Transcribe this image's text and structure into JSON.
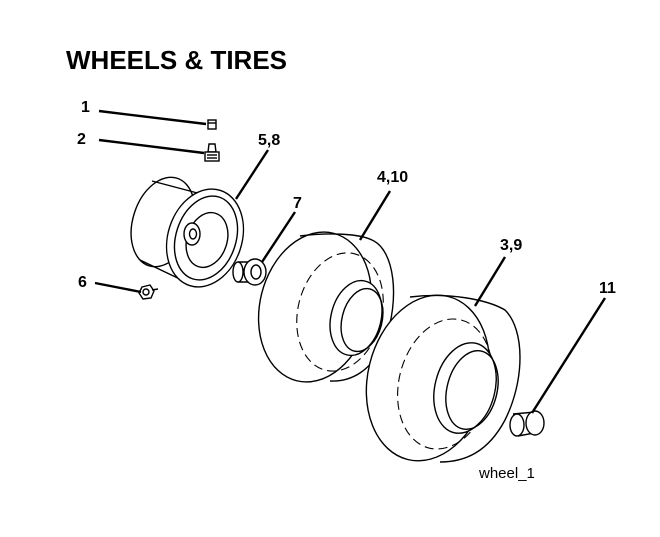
{
  "title": "WHEELS & TIRES",
  "callouts": [
    {
      "id": "c1",
      "label": "1"
    },
    {
      "id": "c2",
      "label": "2"
    },
    {
      "id": "c58",
      "label": "5,8"
    },
    {
      "id": "c7",
      "label": "7"
    },
    {
      "id": "c410",
      "label": "4,10"
    },
    {
      "id": "c39",
      "label": "3,9"
    },
    {
      "id": "c6",
      "label": "6"
    },
    {
      "id": "c11",
      "label": "11"
    }
  ],
  "figure_id": "wheel_1"
}
